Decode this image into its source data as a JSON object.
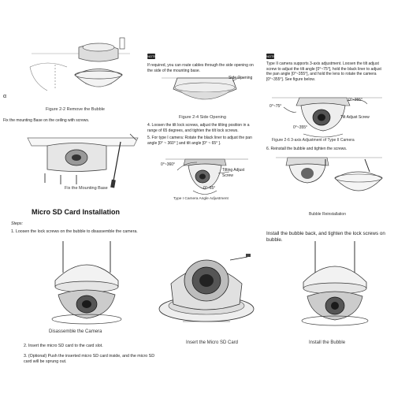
{
  "col1": {
    "fig22_caption": "Figure 2-2 Remove the Bubble",
    "step_fix_text": "Fix the mounting Base on the ceiling with screws.",
    "fig_base_caption": "Fix the Mounting Base",
    "left_marker": "α"
  },
  "col2": {
    "note_text": "If required, you can route cables through the side opening on the side of the mounting base.",
    "side_opening_label": "Side Opening",
    "fig24_caption": "Figure 2-4 Side Opening",
    "step4_text": "4.  Loosen the tilt lock screws, adjust the tilting position in a range of 65 degrees, and tighten the tilt lock screws.",
    "step5_text": "5.  For type I camera: Rotate the black liner to adjust the pan angle [0° ~ 360° ] and tilt angle [0° ~ 65° ].",
    "pan_range_label": "0°~360°",
    "tilting_label": "Tilting Adjust Screw",
    "tilt_range_label": "0°~65°",
    "type1_caption": "Type I Camera Angle Adjustment"
  },
  "col3": {
    "note_text": "Type II camera supports 3-axis adjustment. Loosen the tilt adjust screw to adjust the tilt angle [0°~75°], hold the black liner to adjust the pan angle [0°~355°], and hold the lens to rotate the camera [0°~355°]. See figure below.",
    "angle_355_top": "0°~355°",
    "angle_75": "0°~75°",
    "tilt_adjust_label": "Tilt Adjust Screw",
    "angle_355_bottom": "0°~355°",
    "fig26_caption": "Figure 2-6 3-axis Adjustment of Type II Camera",
    "step6_text": "6.  Reinstall the bubble and tighten the screws.",
    "bubble_caption": "Bubble Reinstallation",
    "install_back_text": "Install the bubble back, and tighten the lock screws on bubble."
  },
  "microsd": {
    "title": "Micro SD Card Installation",
    "steps_label": "Steps:",
    "step1": "1.  Loosen the lock screws on the bubble to disassemble the camera.",
    "disassemble_caption": "Disassemble the Camera",
    "step2": "2.  Insert the micro SD card to the card slot.",
    "step3": "3.  (Optional) Push the inserted micro SD card inside, and the micro SD card will be sprung out.",
    "insert_caption": "Insert the Micro SD Card",
    "install_caption": "Install the Bubble"
  },
  "icons": {
    "note_icon_text": "NOTE"
  }
}
